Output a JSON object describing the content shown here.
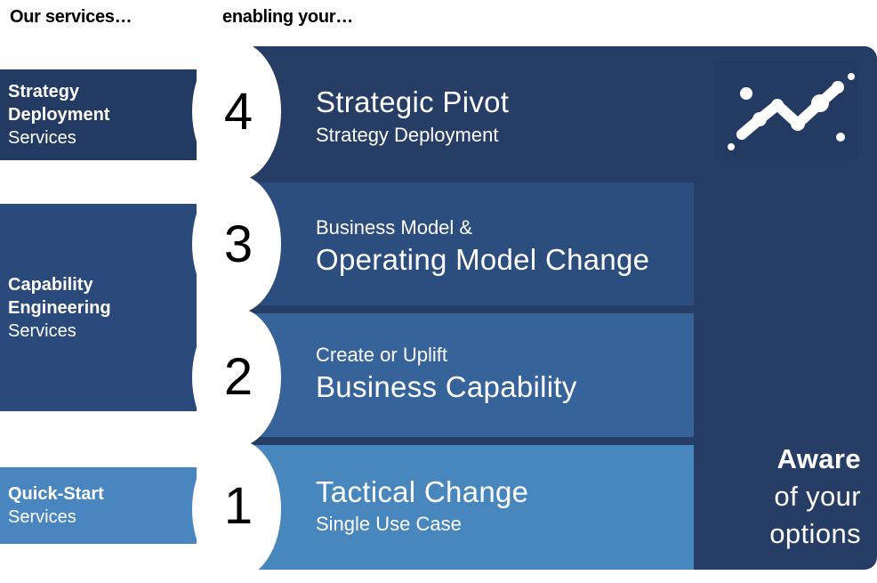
{
  "headers": {
    "services": "Our services…",
    "enabling": "enabling your…"
  },
  "services": [
    {
      "bold": "Strategy Deployment",
      "normal": "Services",
      "color": "#233a62"
    },
    {
      "bold": "Capability Engineering",
      "normal": "Services",
      "color": "#2b4a7c"
    },
    {
      "bold": "Quick-Start",
      "normal": "Services",
      "color": "#4986c0"
    }
  ],
  "levels": [
    {
      "number": "4",
      "title": "Strategic Pivot",
      "subtitle": "Strategy Deployment",
      "color": "#263e65"
    },
    {
      "number": "3",
      "subtitle": "Business Model &",
      "title": "Operating Model Change",
      "color": "#2c4e7f"
    },
    {
      "number": "2",
      "subtitle": "Create or Uplift",
      "title": "Business Capability",
      "color": "#366399"
    },
    {
      "number": "1",
      "title": "Tactical Change",
      "subtitle": "Single Use Case",
      "color": "#4886be"
    }
  ],
  "aware": {
    "line1": "Aware",
    "line2": "of your",
    "line3": "options"
  }
}
